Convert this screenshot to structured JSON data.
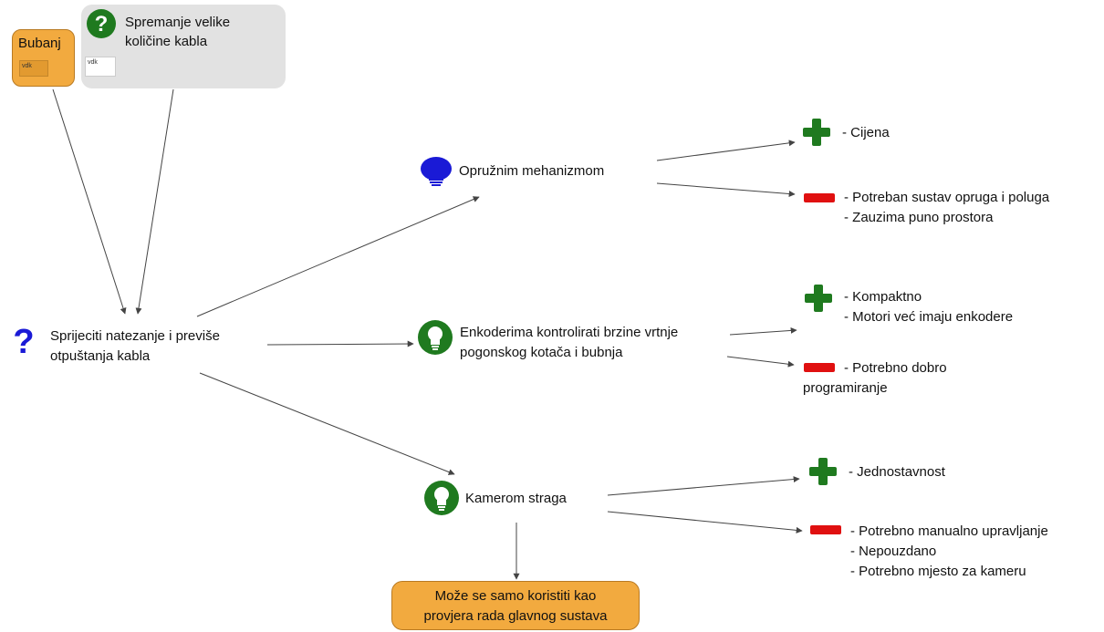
{
  "nodes": {
    "bubanj": {
      "label": "Bubanj",
      "tag": "vdk"
    },
    "spremanje": {
      "label": "Spremanje velike količine kabla",
      "line1": "Spremanje velike",
      "line2": "količine kabla",
      "tag": "vdk"
    },
    "problem": {
      "line1": "Sprijeciti natezanje i previše",
      "line2": "otpuštanja kabla"
    },
    "idea1": {
      "label": "Opružnim mehanizmom"
    },
    "idea2": {
      "line1": "Enkoderima kontrolirati brzine vrtnje",
      "line2": "pogonskog kotača i bubnja"
    },
    "idea3": {
      "label": "Kamerom straga"
    },
    "note": {
      "line1": "Može se samo koristiti kao",
      "line2": "provjera rada glavnog sustava"
    }
  },
  "pros_cons": {
    "idea1_pro": [
      "- Cijena"
    ],
    "idea1_con": [
      "- Potreban sustav opruga i poluga",
      "- Zauzima puno prostora"
    ],
    "idea2_pro": [
      "- Kompaktno",
      "- Motori već imaju enkodere"
    ],
    "idea2_con": [
      "- Potrebno dobro",
      "programiranje"
    ],
    "idea3_pro": [
      "- Jednostavnost"
    ],
    "idea3_con": [
      "- Potrebno manualno upravljanje",
      "- Nepouzdano",
      "- Potrebno mjesto za kameru"
    ]
  },
  "icons": {
    "question_blue": "question-icon",
    "question_green": "question-circle-icon",
    "bulb_blue": "lightbulb-icon",
    "bulb_green": "lightbulb-circle-icon",
    "plus": "plus-icon",
    "minus": "minus-icon"
  },
  "colors": {
    "orange": "#f2aa3f",
    "grey": "#e2e2e2",
    "blue": "#1a1ad6",
    "green": "#1f7a1f",
    "red": "#e01010",
    "edge": "#444444"
  }
}
